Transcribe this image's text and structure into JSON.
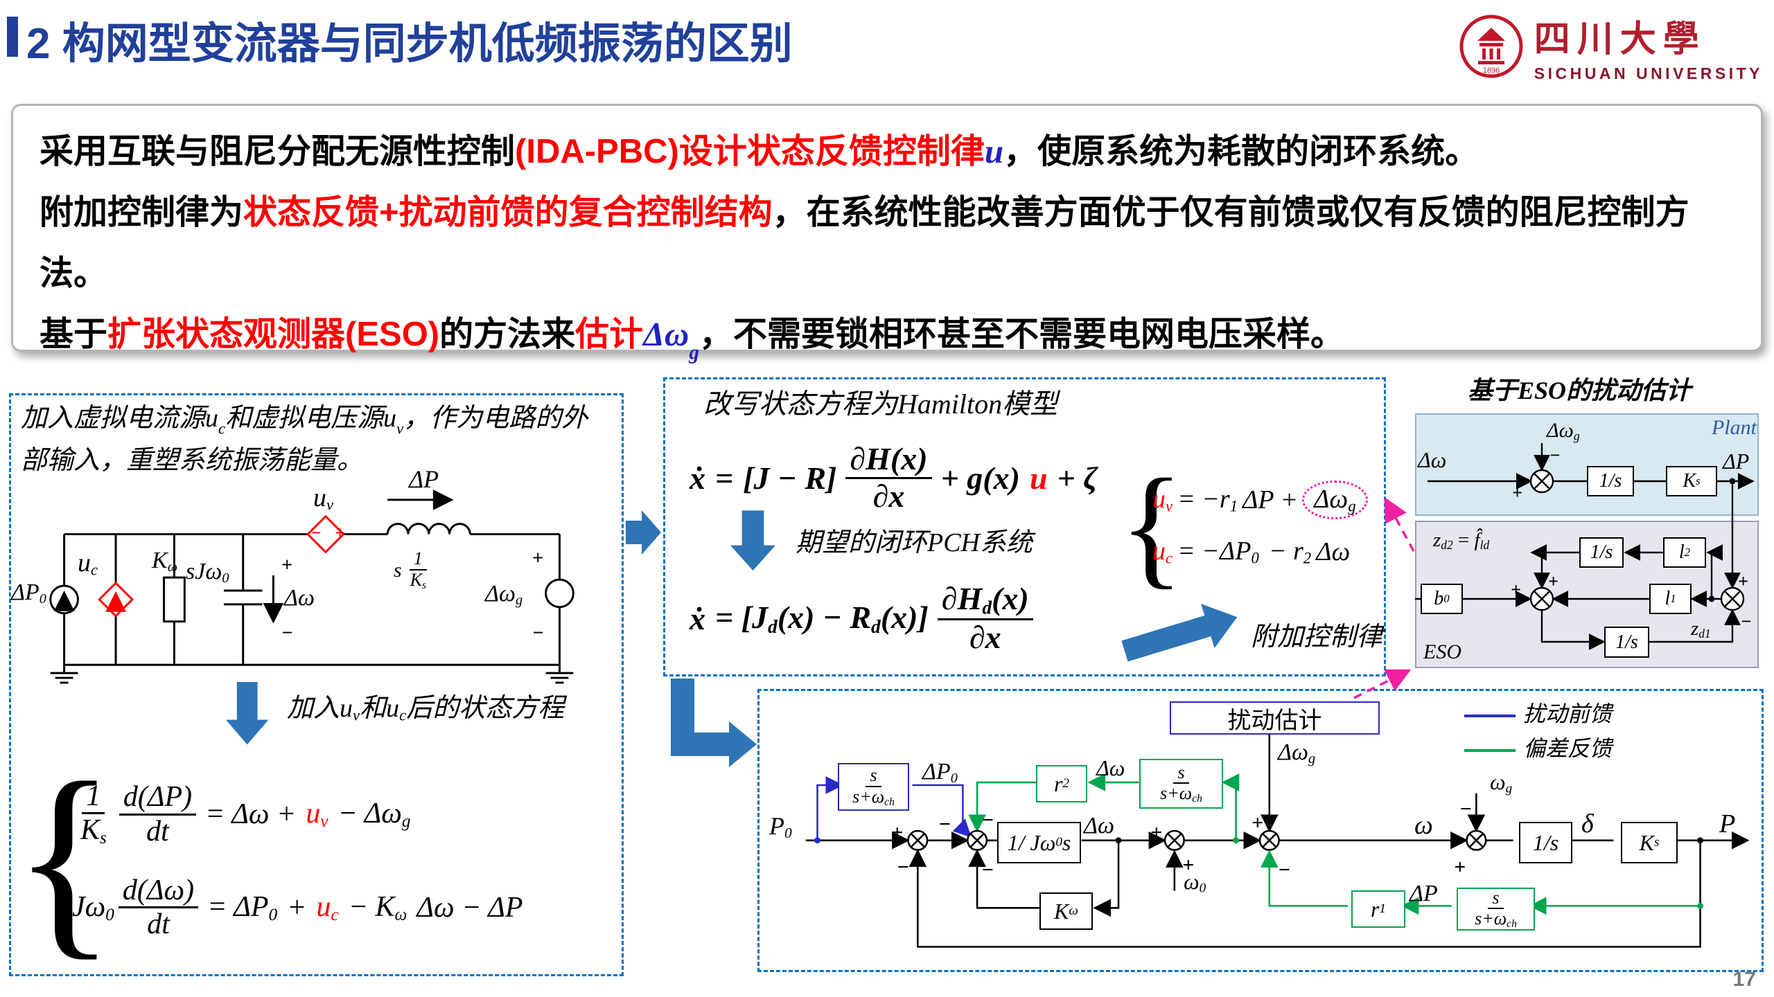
{
  "sym": {
    "plus": "+",
    "minus": "−",
    "lbrace": "{"
  },
  "colors": {
    "title_blue": "#21409a",
    "text_blue": "#2222c2",
    "red": "#ff0000",
    "dashed_border": "#0070c0",
    "fat_arrow": "#2e75b6",
    "green": "#00a550",
    "diagram_blue": "#2929cc",
    "magenta": "#f020a0",
    "plant_fill": "#d9e9f2",
    "eso_fill": "#e6e6ef"
  },
  "header": {
    "title": "2 构网型变流器与同步机低频振荡的区别",
    "seal_year": "1896",
    "logo_cn": "四川大學",
    "logo_en": "SICHUAN UNIVERSITY"
  },
  "intro": {
    "p1a": "采用互联与阻尼分配无源性控制",
    "p1b": "(IDA-PBC)",
    "p1c": "设计状态反馈控制律",
    "p1u": "u",
    "p1d": "，使原系统为耗散的闭环系统。",
    "p2a": "附加控制律为",
    "p2b": "状态反馈+扰动前馈的复合控制结构",
    "p2c": "，在系统性能改善方面优于仅有前馈或仅有反馈的阻尼控制方法。",
    "p3a": "基于",
    "p3b": "扩张状态观测器(ESO)",
    "p3c": "的方法来",
    "p3d": "估计",
    "p3e": "Δω",
    "p3g": "g",
    "p3f": "，不需要锁相环甚至不需要电网电压采样。"
  },
  "left": {
    "t1": "加入虚拟电流源",
    "t1u": "u",
    "t1us": "c",
    "t2": "和虚拟电压源",
    "t2u": "u",
    "t2us": "v",
    "t3": "，作为电路的外部输入，重塑系统振荡能量。",
    "dp0": "ΔP",
    "dp0s": "0",
    "uc": "u",
    "ucs": "c",
    "kw": "K",
    "kws": "ω",
    "cap": "sJω",
    "caps": "0",
    "dw": "Δω",
    "uv": "u",
    "uvs": "v",
    "dp": "ΔP",
    "ind_s": "s",
    "ind_n": "1",
    "ind_d": "K",
    "ind_ds": "s",
    "dwg": "Δω",
    "dwgs": "g",
    "at1": "加入",
    "atu1": "u",
    "ats1": "v",
    "at2": "和",
    "atu2": "u",
    "ats2": "c",
    "at3": "后的状态方程",
    "e1n": "1",
    "e1d": "K",
    "e1ds": "s",
    "e1n2": "d(ΔP)",
    "e1d2": "dt",
    "e1m": "= Δω +",
    "e1u": "u",
    "e1us": "v",
    "e1t": "− Δω",
    "e1ts": "g",
    "e2a": "Jω",
    "e2as": "0",
    "e2n": "d(Δω)",
    "e2d": "dt",
    "e2m": "= ΔP",
    "e2ms": "0",
    "e2p": "+",
    "e2u": "u",
    "e2us": "c",
    "e2t": "− K",
    "e2ts": "ω",
    "e2z": "Δω − ΔP"
  },
  "ham": {
    "title": "改写状态方程为Hamilton模型",
    "e1a": "ẋ",
    "e1b": "=",
    "e1c": "[J − R]",
    "e1n": "∂H(x)",
    "e1d": "∂x",
    "e1e": "+ g(x)",
    "e1u": "u",
    "e1f": "+ ζ",
    "mid": "期望的闭环PCH系统",
    "e2a": "ẋ",
    "e2b": "= [J",
    "e2bs": "d",
    "e2c": "(x) − R",
    "e2cs": "d",
    "e2d": "(x)]",
    "e2n1": "∂H",
    "e2ns": "d",
    "e2n2": "(x)",
    "e2dd": "∂x",
    "b1u": "u",
    "b1us": "v",
    "b1m": "= −r",
    "b1ms": "1",
    "b1t": "ΔP +",
    "b1w": "Δω",
    "b1ws": "g",
    "b2u": "u",
    "b2us": "c",
    "b2m": "= −ΔP",
    "b2ms": "0",
    "b2t": "− r",
    "b2ts": "2",
    "b2w": "Δω",
    "law": "附加控制律"
  },
  "eso": {
    "title": "基于ESO的扰动估计",
    "plant": "Plant",
    "dw": "Δω",
    "dwg": "Δω",
    "dwgs": "g",
    "i1": "1/s",
    "ks": "K",
    "kss": "s",
    "dp": "ΔP",
    "z2a": "z",
    "z2as": "d2",
    "z2eq": "=",
    "z2b": "f̂",
    "z2bs": "ld",
    "i2": "1/s",
    "l2": "l",
    "l2s": "2",
    "b0": "b",
    "b0s": "0",
    "l1": "l",
    "l1s": "1",
    "i3": "1/s",
    "z1": "z",
    "z1s": "d1",
    "label": "ESO"
  },
  "ctrl": {
    "est": "扰动估计",
    "leg1": "扰动前馈",
    "leg2": "偏差反馈",
    "p0": "P",
    "p0s": "0",
    "wash_n": "s",
    "wash_d": "s+ω",
    "wash_ds": "ch",
    "dp0": "ΔP",
    "dp0s": "0",
    "r2": "r",
    "r2s": "2",
    "dwf": "Δω",
    "dw": "Δω",
    "dwg": "Δω",
    "dwgs": "g",
    "m1a": "1/ Jω",
    "m1s": "0",
    "m1b": "s",
    "kw": "K",
    "kws": "ω",
    "w0": "ω",
    "w0s": "0",
    "w": "ω",
    "wg": "ω",
    "wgs": "g",
    "i": "1/s",
    "delta": "δ",
    "ks": "K",
    "kss": "s",
    "P": "P",
    "r1": "r",
    "r1s": "1",
    "dp": "ΔP"
  },
  "page": {
    "num": "17"
  }
}
